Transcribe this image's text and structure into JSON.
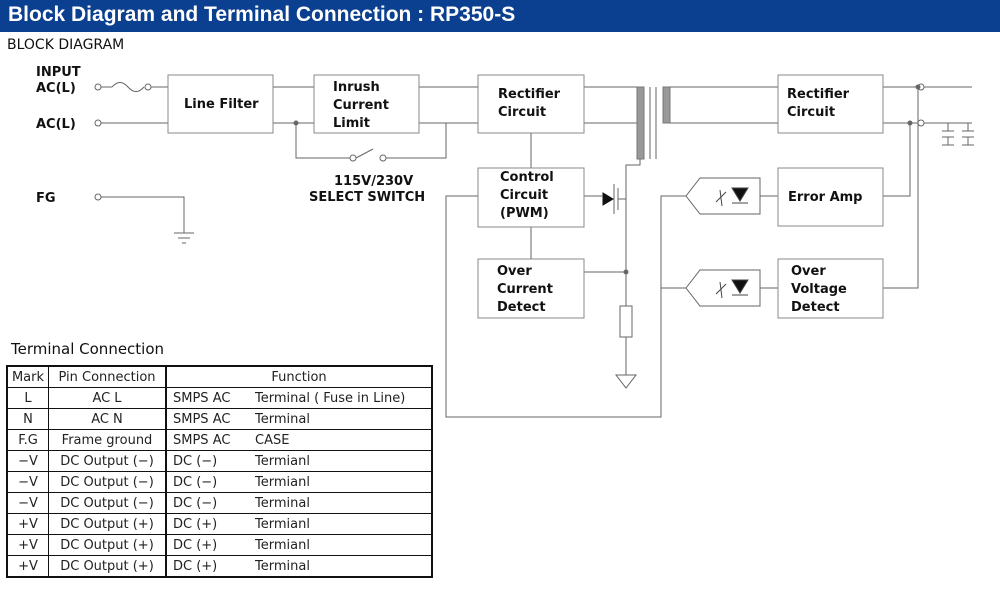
{
  "header": {
    "title": "Block Diagram and Terminal Connection : RP350-S",
    "color": "#0b3f8f"
  },
  "block_diagram": {
    "heading": "BLOCK DIAGRAM",
    "labels": {
      "input": "INPUT",
      "ac_l_top": "AC(L)",
      "ac_l_bottom": "AC(L)",
      "fg": "FG",
      "switch_line1": "115V/230V",
      "switch_line2": "SELECT SWITCH"
    },
    "blocks": {
      "line_filter": [
        "Line Filter"
      ],
      "inrush": [
        "Inrush",
        "Current",
        "Limit"
      ],
      "rectifier_in": [
        "Rectifier",
        "Circuit"
      ],
      "rectifier_out": [
        "Rectifier",
        "Circuit"
      ],
      "control": [
        "Control",
        "Circuit",
        "(PWM)"
      ],
      "error_amp": [
        "Error Amp"
      ],
      "over_current": [
        "Over",
        "Current",
        "Detect"
      ],
      "over_voltage": [
        "Over",
        "Voltage",
        "Detect"
      ]
    }
  },
  "terminal_connection": {
    "heading": "Terminal Connection",
    "columns": [
      "Mark",
      "Pin Connection",
      "Function"
    ],
    "rows": [
      {
        "mark": "L",
        "pin": "AC L",
        "fn_a": "SMPS AC",
        "fn_b": "Terminal ( Fuse in Line)"
      },
      {
        "mark": "N",
        "pin": "AC N",
        "fn_a": "SMPS AC",
        "fn_b": "Terminal"
      },
      {
        "mark": "F.G",
        "pin": "Frame ground",
        "fn_a": "SMPS AC",
        "fn_b": "CASE"
      },
      {
        "mark": "−V",
        "pin": "DC Output (−)",
        "fn_a": "DC (−)",
        "fn_b": "Termianl"
      },
      {
        "mark": "−V",
        "pin": "DC Output (−)",
        "fn_a": "DC (−)",
        "fn_b": "Termianl"
      },
      {
        "mark": "−V",
        "pin": "DC Output (−)",
        "fn_a": "DC (−)",
        "fn_b": "Terminal"
      },
      {
        "mark": "+V",
        "pin": "DC Output (+)",
        "fn_a": "DC (+)",
        "fn_b": "Termianl"
      },
      {
        "mark": "+V",
        "pin": "DC Output (+)",
        "fn_a": "DC (+)",
        "fn_b": "Termianl"
      },
      {
        "mark": "+V",
        "pin": "DC Output (+)",
        "fn_a": "DC (+)",
        "fn_b": "Terminal"
      }
    ]
  }
}
